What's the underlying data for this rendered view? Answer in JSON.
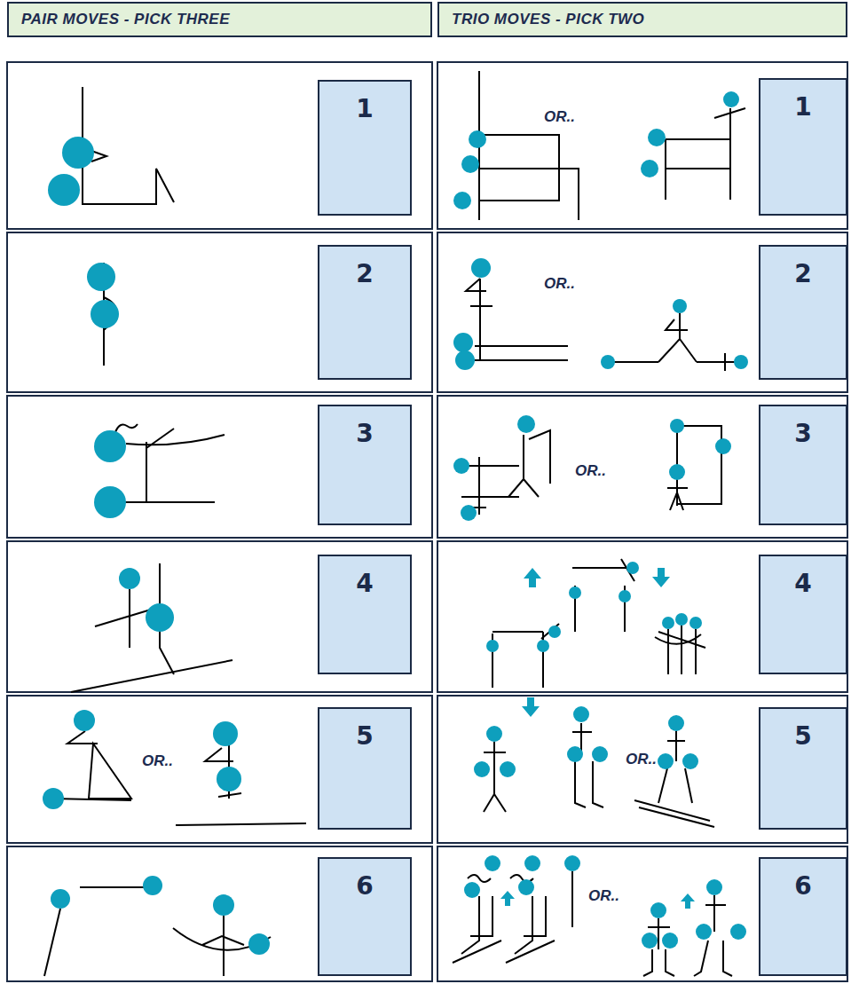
{
  "diagram": {
    "nodes": [
      {
        "text": [
          "PAIR MOVES - PICK THREE"
        ]
      },
      {
        "text": [
          "TRIO MOVES - PICK TWO"
        ]
      },
      {
        "text": [
          "1"
        ]
      },
      {
        "text": [
          "1"
        ]
      },
      {
        "text": [
          "2"
        ]
      },
      {
        "text": [
          "2"
        ]
      },
      {
        "text": [
          "3"
        ]
      },
      {
        "text": [
          "3"
        ]
      },
      {
        "text": [
          "4"
        ]
      },
      {
        "text": [
          "4"
        ]
      },
      {
        "text": [
          "5"
        ]
      },
      {
        "text": [
          "5"
        ]
      },
      {
        "text": [
          "6"
        ]
      },
      {
        "text": [
          "6"
        ]
      }
    ],
    "labels": [
      "OR..",
      "OR..",
      "OR..",
      "OR..",
      "OR..",
      "OR.."
    ]
  }
}
